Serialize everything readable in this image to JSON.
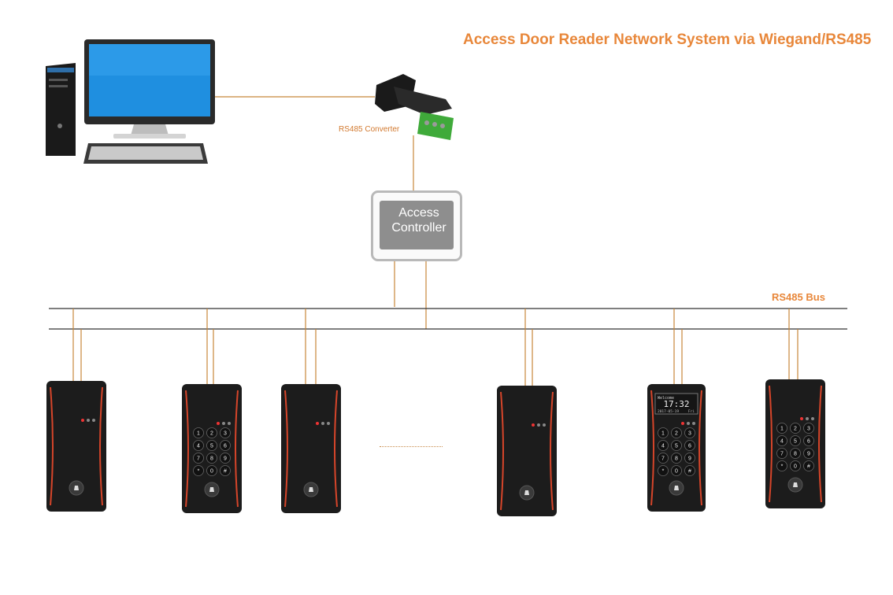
{
  "title": "Access Door Reader Network  System via Wiegand/RS485",
  "converter": {
    "label": "RS485 Converter"
  },
  "controller": {
    "line1": "Access",
    "line2": "Controller"
  },
  "bus": {
    "label": "RS485 Bus"
  },
  "reader_display": {
    "greeting": "Welcome",
    "time": "17:32",
    "date": "2017-05-19",
    "day": "Fri"
  },
  "keypad_keys": [
    "1",
    "2",
    "3",
    "4",
    "5",
    "6",
    "7",
    "8",
    "9",
    "*",
    "0",
    "#"
  ],
  "colors": {
    "accent": "#e8873a",
    "wire": "#c8873a",
    "bus": "#333333",
    "reader_body": "#1c1c1c",
    "reader_trim": "#d6452a"
  }
}
